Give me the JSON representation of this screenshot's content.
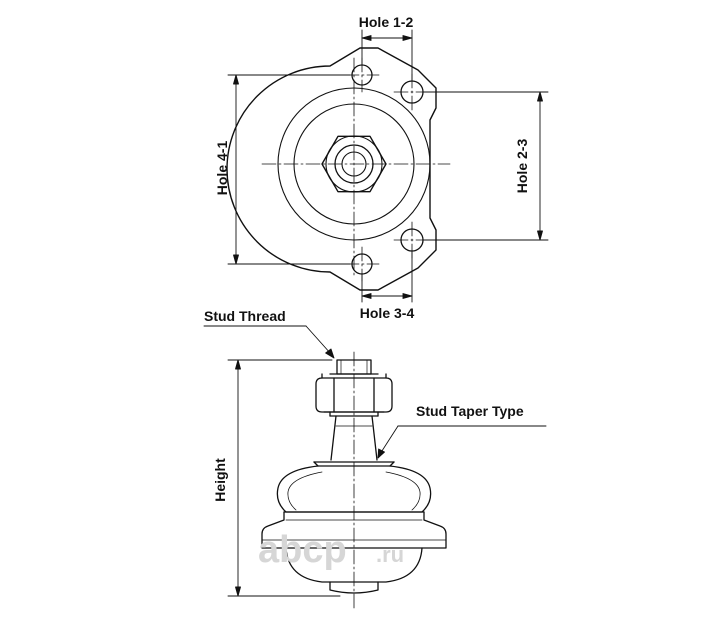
{
  "labels": {
    "hole_1_2": "Hole 1-2",
    "hole_2_3": "Hole 2-3",
    "hole_3_4": "Hole 3-4",
    "hole_4_1": "Hole 4-1",
    "stud_thread": "Stud Thread",
    "stud_taper_type": "Stud Taper Type",
    "height": "Height"
  },
  "watermark": {
    "brand": "abcp",
    "suffix": ".ru"
  },
  "colors": {
    "line": "#111111",
    "watermark": "#d6d6d6"
  }
}
